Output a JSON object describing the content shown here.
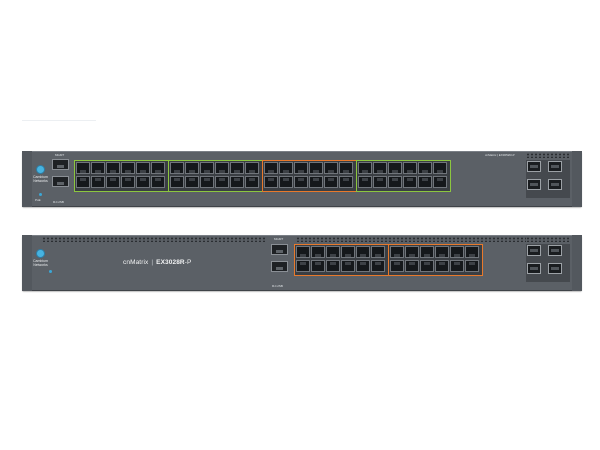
{
  "logo": {
    "line1": "Cambium",
    "line2": "Networks"
  },
  "switch1": {
    "model_label": "cnMatrix | EX3052R-P",
    "mgmt_label": "MGMT",
    "console_label": "RJ-USB",
    "poe_label": "PoE",
    "colors": {
      "green_group": "#8cc63f",
      "orange_group": "#e8792b"
    }
  },
  "switch2": {
    "brand_prefix": "cn",
    "brand_name": "Matrix",
    "separator": "|",
    "model_bold": "EX3028R",
    "model_suffix": "-P",
    "mgmt_label": "MGMT",
    "console_label": "RJ-USB"
  }
}
